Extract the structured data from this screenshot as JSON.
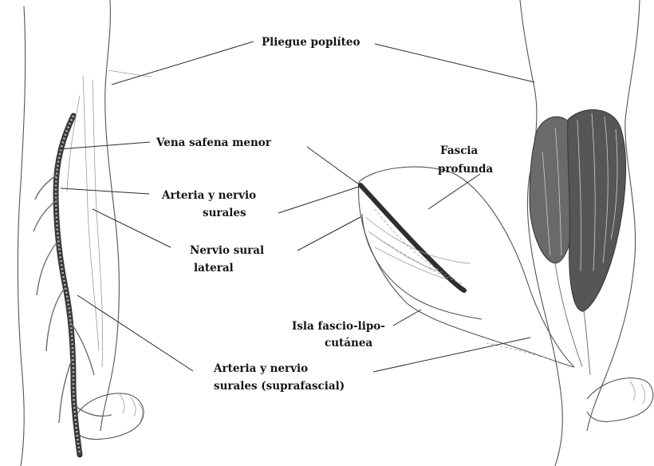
{
  "labels": {
    "popliteal_fold": "Pliegue poplíteo",
    "lesser_saphenous": "Vena safena menor",
    "sural_artery_nerve_line1": "Arteria y nervio",
    "sural_artery_nerve_line2": "surales",
    "lateral_sural_line1": "Nervio sural",
    "lateral_sural_line2": "lateral",
    "deep_fascia_line1": "Fascia",
    "deep_fascia_line2": "profunda",
    "island_line1": "Isla fascio-lipo-",
    "island_line2": "cutánea",
    "suprafascial_line1": "Arteria y nervio",
    "suprafascial_line2": "surales (suprafascial)"
  },
  "colors": {
    "ink": "#141414",
    "vein_dark": "#3a3a3a",
    "muscle": "#4a4a4a"
  }
}
